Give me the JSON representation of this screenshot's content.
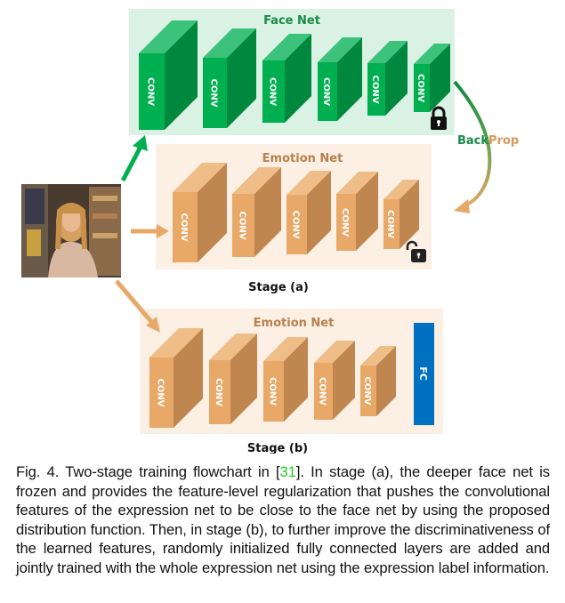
{
  "figure": {
    "face_net": {
      "title": "Face Net",
      "layers": [
        "CONV",
        "CONV",
        "CONV",
        "CONV",
        "CONV",
        "CONV"
      ],
      "lock_state": "locked",
      "colors": {
        "bg": "#d9f2e3",
        "front": "#00b050",
        "side": "#00893e",
        "top": "#3cc27a",
        "title": "#1a8a48"
      }
    },
    "emotion_net_a": {
      "title": "Emotion Net",
      "layers": [
        "CONV",
        "CONV",
        "CONV",
        "CONV",
        "CONV"
      ],
      "lock_state": "unlocked",
      "stage_label": "Stage (a)",
      "colors": {
        "bg": "#fcefe3",
        "front": "#e8a868",
        "side": "#bf8650",
        "top": "#efbd88",
        "title": "#b8814f"
      }
    },
    "emotion_net_b": {
      "title": "Emotion Net",
      "layers": [
        "CONV",
        "CONV",
        "CONV",
        "CONV",
        "CONV"
      ],
      "fc_label": "FC",
      "stage_label": "Stage (b)",
      "colors": {
        "bg": "#fcefe3",
        "front": "#e8a868",
        "side": "#bf8650",
        "top": "#efbd88",
        "title": "#b8814f",
        "fc": "#0070c0"
      }
    },
    "backprop": {
      "part1": "Back",
      "part2": "Prop",
      "color1": "#1a8a48",
      "color2": "#d9975a"
    },
    "input_image": {
      "description": "photo of smiling woman with blonde hair in front of bookshelf"
    }
  },
  "caption": {
    "prefix": "Fig. 4. Two-stage training flowchart in [",
    "ref": "31",
    "suffix": "]. In stage (a), the deeper face net is frozen and provides the feature-level regularization that pushes the convolutional features of the expression net to be close to the face net by using the proposed distribution function. Then, in stage (b), to further improve the discriminativeness of the learned features, randomly initialized fully connected layers are added and jointly trained with the whole expression net using the expression label information."
  }
}
